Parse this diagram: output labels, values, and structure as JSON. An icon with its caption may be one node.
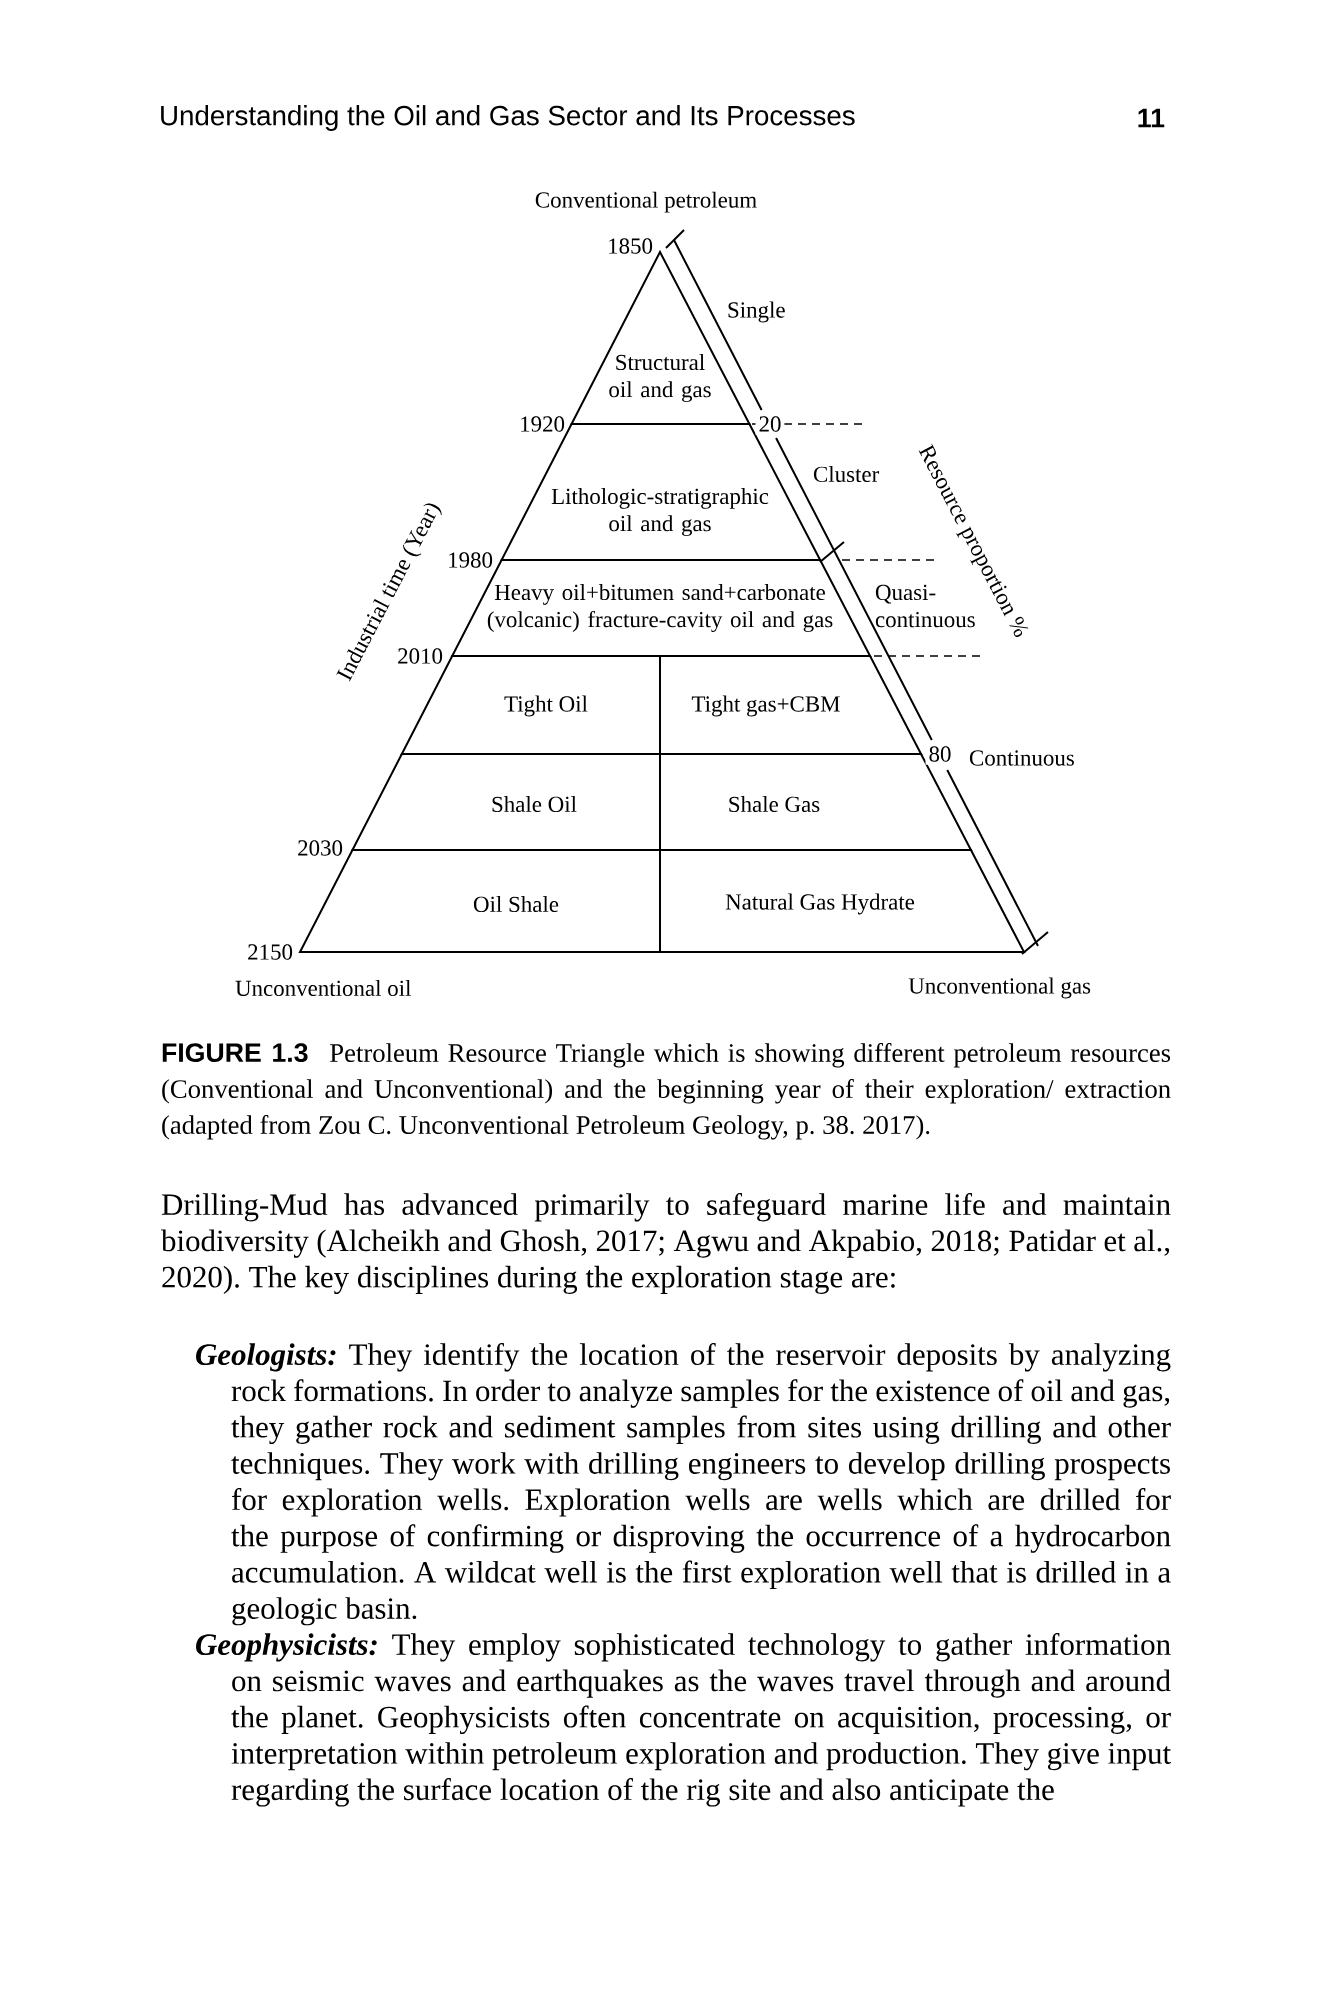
{
  "diagram": {
    "caption": "**FIGURE 1.3** Petroleum Resource Triangle which is showing different petroleum resources (Conventional and Unconventional) and the beginning year of their exploration/ extraction (adapted from Zou C. Unconventional Petroleum Geology, p. 38. 2017).",
    "nodes": [
      {
        "text": [
          "Structural oil and gas"
        ]
      },
      {
        "text": [
          "Lithologic-stratigraphic oil and gas"
        ]
      },
      {
        "text": [
          "Heavy oil+bitumen sand+carbonate (volcanic) fracture-cavity oil and gas"
        ]
      },
      {
        "text": [
          "Tight Oil"
        ]
      },
      {
        "text": [
          "Tight gas+CBM"
        ]
      },
      {
        "text": [
          "Shale Oil"
        ]
      },
      {
        "text": [
          "Shale Gas"
        ]
      },
      {
        "text": [
          "Oil Shale"
        ]
      },
      {
        "text": [
          "Natural Gas Hydrate"
        ]
      }
    ],
    "labels": [
      "Understanding the Oil and Gas Sector and Its Processes",
      "11",
      "Conventional petroleum",
      "1850",
      "Single",
      "1920",
      "20",
      "Cluster",
      "Industrial time (Year)",
      "Resource proportion %",
      "1980",
      "Quasi-continuous",
      "2010",
      "80",
      "Continuous",
      "2030",
      "2150",
      "Unconventional oil",
      "Unconventional gas",
      "Drilling-Mud has advanced primarily to safeguard marine life and maintain biodiversity (Alcheikh and Ghosh, 2017; Agwu and Akpabio, 2018; Patidar et al., 2020). The key disciplines during the exploration stage are:",
      "**Geologists:** They identify the location of the reservoir deposits by analyzing rock formations. In order to analyze samples for the existence of oil and gas, they gather rock and sediment samples from sites using drilling and other techniques. They work with drilling engineers to develop drilling prospects for exploration wells. Exploration wells are wells which are drilled for the purpose of confirming or disproving the occurrence of a hydrocarbon accumulation. A wildcat well is the first exploration well that is drilled in a geologic basin.",
      "**Geophysicists:** They employ sophisticated technology to gather information on seismic waves and earthquakes as the waves travel through and around the planet. Geophysicists often concentrate on acquisition, processing, or interpretation within petroleum exploration and production. They give input regarding the surface location of the rig site and also anticipate the"
    ]
  }
}
